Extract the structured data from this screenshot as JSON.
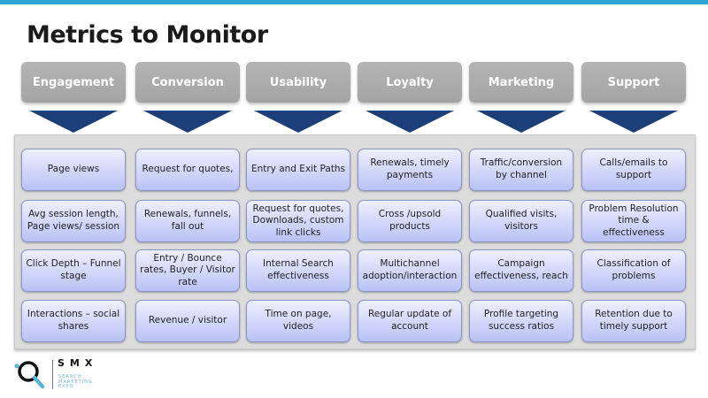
{
  "title": "Metrics to Monitor",
  "columns": [
    {
      "header": "Engagement",
      "items": [
        "Page views",
        "Avg session length, Page views/ session",
        "Click Depth –  Funnel stage",
        "Interactions – social shares"
      ]
    },
    {
      "header": "Conversion",
      "items": [
        "Request for quotes,",
        "Renewals, funnels, fall out",
        "Entry / Bounce rates, Buyer / Visitor rate",
        "Revenue / visitor"
      ]
    },
    {
      "header": "Usability",
      "items": [
        "Entry and Exit Paths",
        "Request for quotes, Downloads, custom link clicks",
        "Internal Search effectiveness",
        "Time on page, videos"
      ]
    },
    {
      "header": "Loyalty",
      "items": [
        "Renewals, timely payments",
        "Cross /upsold products",
        "Multichannel adoption/interaction",
        "Regular update of account"
      ]
    },
    {
      "header": "Marketing",
      "items": [
        "Traffic/conversion by channel",
        "Qualified visits, visitors",
        "Campaign effectiveness, reach",
        "Profile targeting success ratios"
      ]
    },
    {
      "header": "Support",
      "items": [
        "Calls/emails to support",
        "Problem Resolution time & effectiveness",
        "Classification of problems",
        "Retention due to timely support"
      ]
    }
  ],
  "logo": {
    "name": "SMX",
    "tagline": "SEARCH MARKETING EXPO"
  },
  "colors": {
    "accent": "#2ea3d6",
    "arrow": "#1c3f7a",
    "header": "#aaaaaa"
  }
}
